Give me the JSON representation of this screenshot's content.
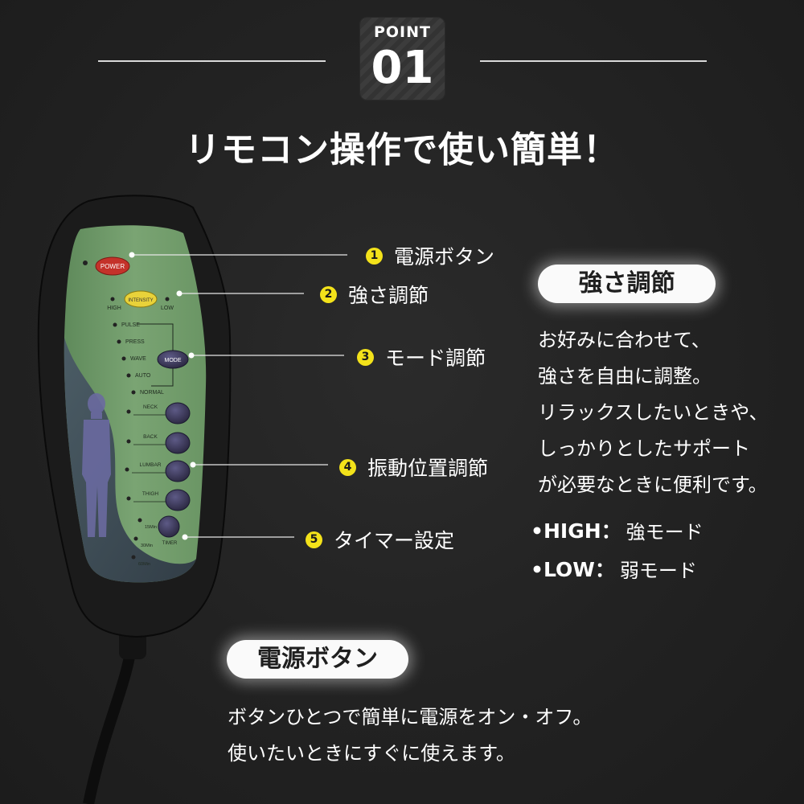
{
  "header": {
    "badge_top": "POINT",
    "badge_number": "01",
    "title": "リモコン操作で使い簡単！"
  },
  "remote": {
    "power_label": "POWER",
    "intensity_label": "INTENSITY",
    "high_label": "HIGH",
    "low_label": "LOW",
    "mode_label": "MODE",
    "mode_options": [
      "PULSE",
      "PRESS",
      "WAVE",
      "AUTO",
      "NORMAL"
    ],
    "position_labels": [
      "NECK",
      "BACK",
      "LUMBAR",
      "THIGH"
    ],
    "timer_label": "TIMER",
    "timer_options": [
      "15Min",
      "30Min",
      "60Min"
    ]
  },
  "callouts": [
    {
      "num": "1",
      "label": "電源ボタン"
    },
    {
      "num": "2",
      "label": "強さ調節"
    },
    {
      "num": "3",
      "label": "モード調節"
    },
    {
      "num": "4",
      "label": "振動位置調節"
    },
    {
      "num": "5",
      "label": "タイマー設定"
    }
  ],
  "intensity_section": {
    "heading": "強さ調節",
    "lines": [
      "お好みに合わせて、",
      "強さを自由に調整。",
      "リラックスしたいときや、",
      "しっかりとしたサポート",
      "が必要なときに便利です。"
    ],
    "modes": [
      {
        "key": "•HIGH：",
        "value": "強モード"
      },
      {
        "key": "•LOW：",
        "value": "弱モード"
      }
    ]
  },
  "power_section": {
    "heading": "電源ボタン",
    "lines": [
      "ボタンひとつで簡単に電源をオン・オフ。",
      "使いたいときにすぐに使えます。"
    ]
  },
  "colors": {
    "background": "#222222",
    "accent_number": "#f3e21a",
    "panel_green": "#6f9a6a",
    "power_red": "#c4322a",
    "intensity_yellow": "#e8d23a",
    "button_purple": "#3e3a5c"
  }
}
